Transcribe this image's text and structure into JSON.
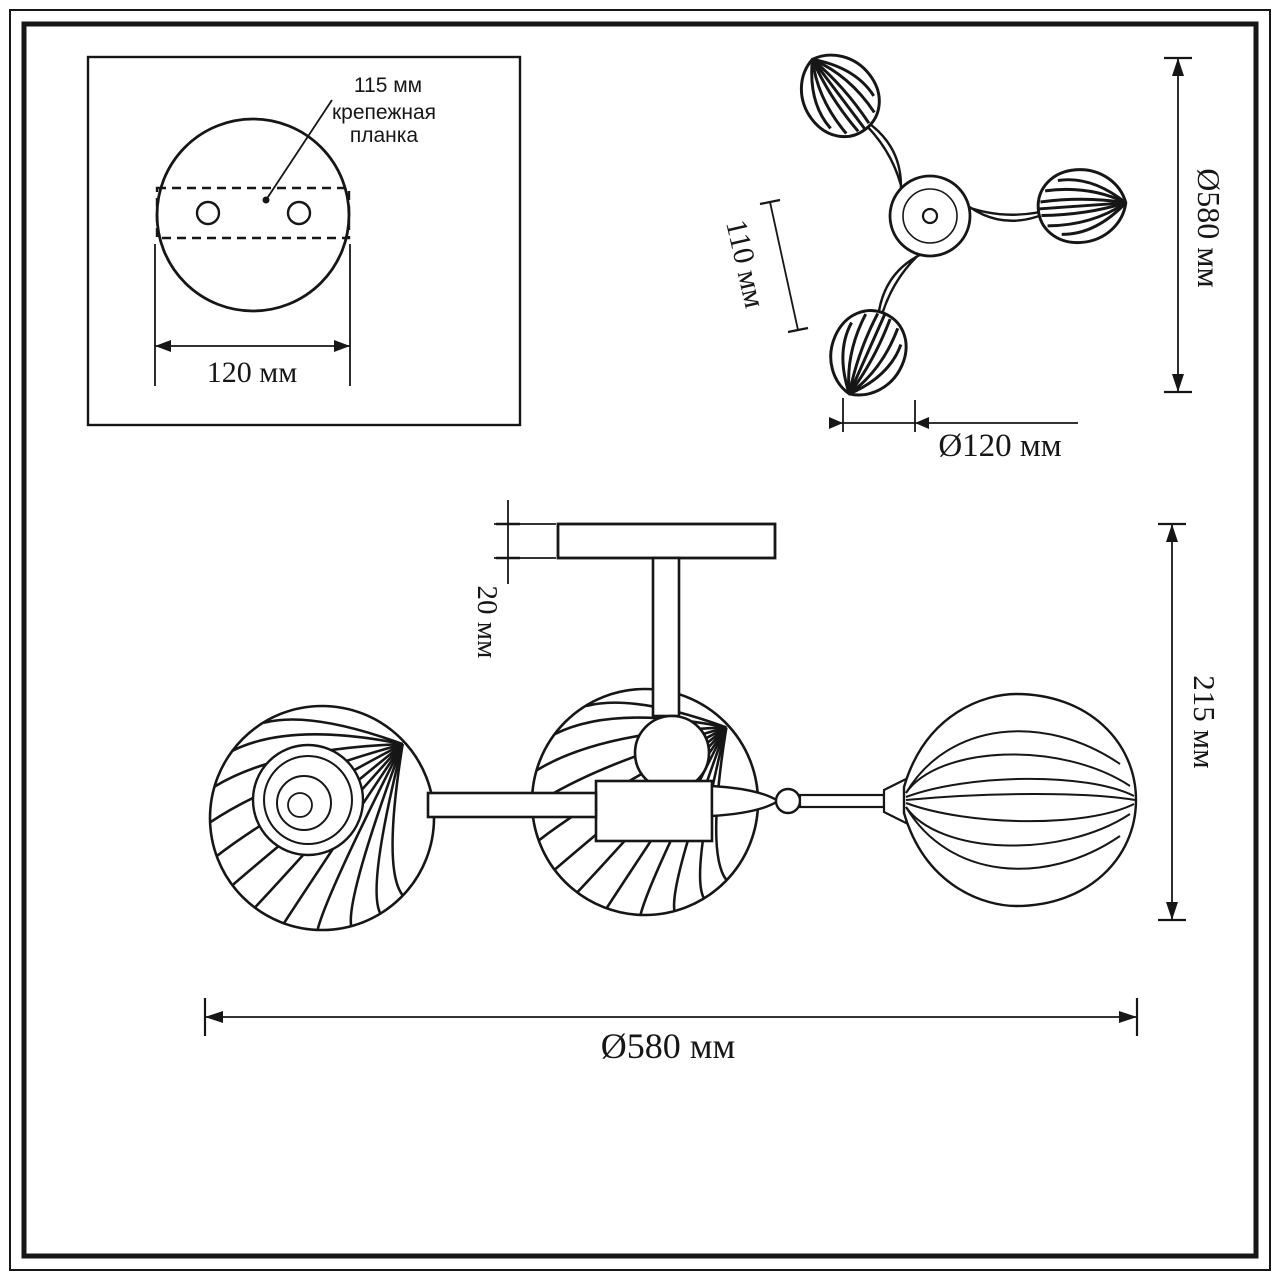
{
  "drawing": {
    "background": "#ffffff",
    "line_color": "#161616"
  },
  "mount_detail": {
    "hole_spacing_label": "115 мм",
    "bracket_label_line1": "крепежная",
    "bracket_label_line2": "планка",
    "plate_width_label": "120 мм"
  },
  "top_view": {
    "arm_length_label": "110 мм",
    "overall_diameter_label": "Ø580 мм",
    "shade_diameter_label": "Ø120 мм"
  },
  "side_view": {
    "canopy_height_label": "20 мм",
    "fixture_height_label": "215 мм",
    "overall_diameter_label": "Ø580 мм"
  }
}
